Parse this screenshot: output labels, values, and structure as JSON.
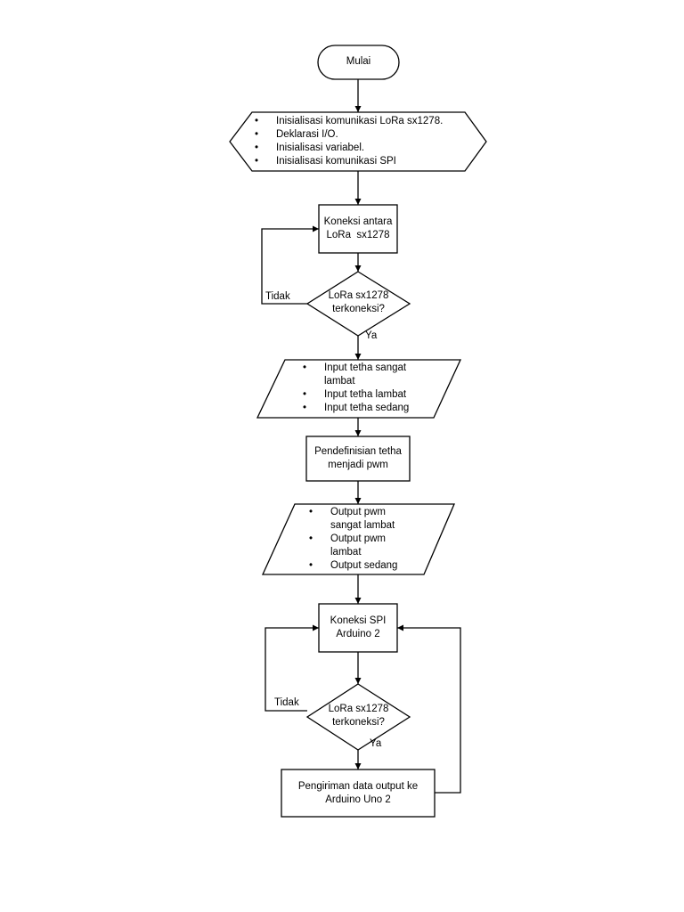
{
  "flowchart": {
    "start": "Mulai",
    "init_items": [
      "Inisialisasi komunikasi LoRa sx1278.",
      "Deklarasi I/O.",
      "Inisialisasi variabel.",
      "Inisialisasi komunikasi SPI"
    ],
    "process_lora": [
      "Koneksi antara",
      "LoRa  sx1278"
    ],
    "decision_1": [
      "LoRa sx1278",
      "terkoneksi?"
    ],
    "label_no_1": "Tidak",
    "label_yes_1": "Ya",
    "input_items": [
      [
        "Input tetha sangat",
        "lambat"
      ],
      [
        "Input tetha lambat"
      ],
      [
        "Input tetha sedang"
      ]
    ],
    "process_pwm": [
      "Pendefinisian tetha",
      "menjadi pwm"
    ],
    "output_items": [
      [
        "Output pwm",
        "sangat lambat"
      ],
      [
        "Output pwm",
        "lambat"
      ],
      [
        "Output sedang"
      ]
    ],
    "process_spi": [
      "Koneksi SPI",
      "Arduino 2"
    ],
    "decision_2": [
      "LoRa sx1278",
      "terkoneksi?"
    ],
    "label_no_2": "Tidak",
    "label_yes_2": "Ya",
    "process_send": [
      "Pengiriman data output ke",
      "Arduino Uno 2"
    ]
  }
}
